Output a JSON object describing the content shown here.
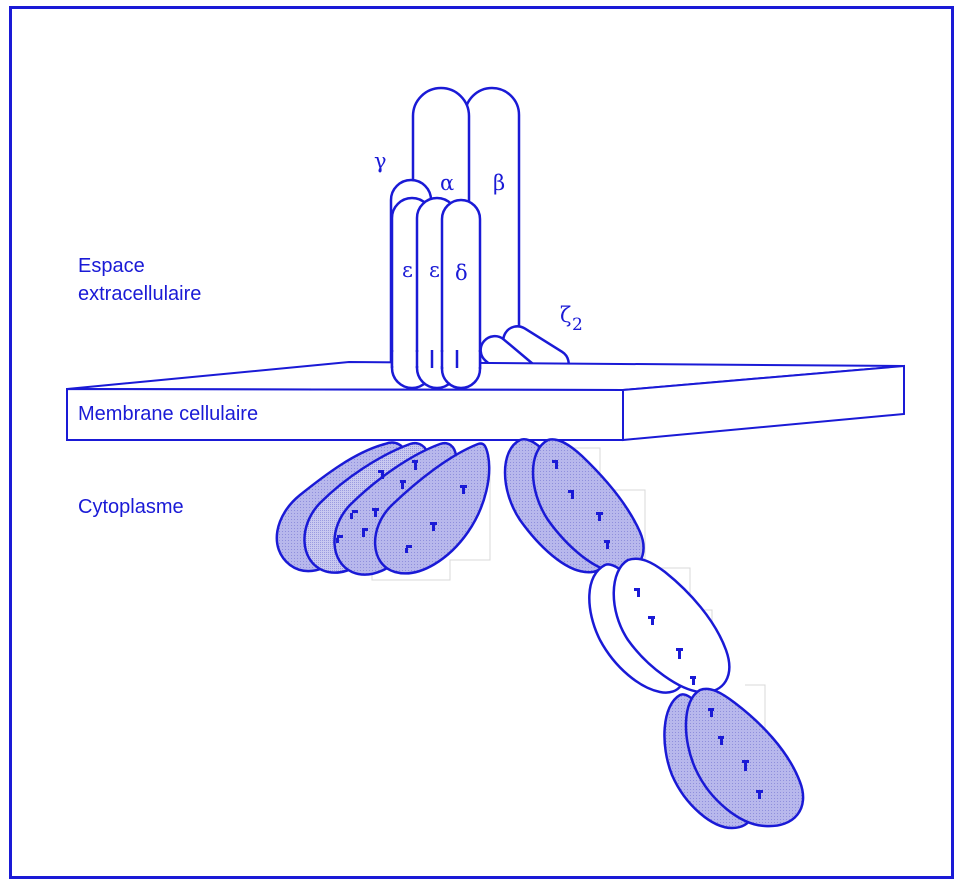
{
  "colors": {
    "ink": "#1a1ad6",
    "fill": "#b3b3ea",
    "fill_dark": "#a9a9e6",
    "background": "#ffffff"
  },
  "labels": {
    "extracellular_line1": "Espace",
    "extracellular_line2": "extracellulaire",
    "membrane": "Membrane cellulaire",
    "cytoplasm": "Cytoplasme"
  },
  "chains": {
    "gamma": "γ",
    "alpha": "α",
    "beta": "β",
    "epsilon_1": "ε",
    "epsilon_2": "ε",
    "delta": "δ",
    "zeta": "ζ",
    "zeta_subscript": "2"
  }
}
